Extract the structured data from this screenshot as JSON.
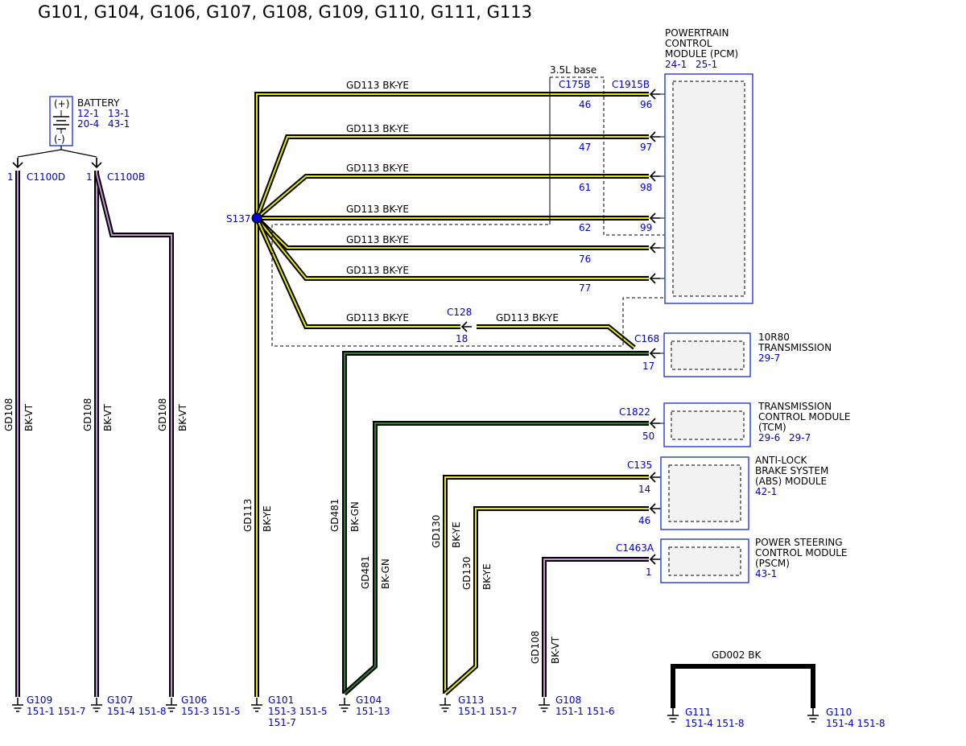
{
  "title": "G101, G104, G106, G107, G108, G109, G110, G111, G113",
  "colors": {
    "wire_black": "#000000",
    "stripe_yellow": "#e8e800",
    "stripe_violet": "#c890d8",
    "stripe_green": "#2e7d2e",
    "link_blue": "#0000cc",
    "module_fill": "#f2f2f2",
    "module_border": "#3344dd"
  },
  "battery": {
    "label": "BATTERY",
    "plus": "(+)",
    "minus": "(-)",
    "ref1": "12-1",
    "ref2": "13-1",
    "ref3": "20-4",
    "ref4": "43-1"
  },
  "connectors": {
    "c1100d": {
      "name": "C1100D",
      "pin": "1"
    },
    "c1100b": {
      "name": "C1100B",
      "pin": "1"
    },
    "c175b": "C175B",
    "c1915b": "C1915B",
    "c128": {
      "name": "C128",
      "pin": "18"
    },
    "c168": {
      "name": "C168",
      "pin": "17"
    },
    "c1822": {
      "name": "C1822",
      "pin": "50"
    },
    "c135": {
      "name": "C135",
      "pin1": "14",
      "pin2": "46"
    },
    "c1463a": {
      "name": "C1463A",
      "pin": "1"
    }
  },
  "splice": "S137",
  "base_label": "3.5L base",
  "pcm_wires": [
    {
      "label": "GD113  BK-YE",
      "c175b_pin": "46",
      "pcm_pin": "96"
    },
    {
      "label": "GD113  BK-YE",
      "c175b_pin": "47",
      "pcm_pin": "97"
    },
    {
      "label": "GD113  BK-YE",
      "c175b_pin": "61",
      "pcm_pin": "98"
    },
    {
      "label": "GD113  BK-YE",
      "c175b_pin": "62",
      "pcm_pin": "99"
    },
    {
      "label": "GD113  BK-YE",
      "c175b_pin": "",
      "pcm_pin": "76"
    },
    {
      "label": "GD113  BK-YE",
      "c175b_pin": "",
      "pcm_pin": "77"
    }
  ],
  "c128_wire_left": "GD113  BK-YE",
  "c128_wire_right": "GD113  BK-YE",
  "modules": {
    "pcm": {
      "line1": "POWERTRAIN",
      "line2": "CONTROL",
      "line3": "MODULE (PCM)",
      "ref1": "24-1",
      "ref2": "25-1"
    },
    "trans": {
      "line1": "10R80",
      "line2": "TRANSMISSION",
      "ref1": "29-7"
    },
    "tcm": {
      "line1": "TRANSMISSION",
      "line2": "CONTROL MODULE",
      "line3": "(TCM)",
      "ref1": "29-6",
      "ref2": "29-7"
    },
    "abs": {
      "line1": "ANTI-LOCK",
      "line2": "BRAKE SYSTEM",
      "line3": "(ABS) MODULE",
      "ref1": "42-1"
    },
    "pscm": {
      "line1": "POWER STEERING",
      "line2": "CONTROL MODULE",
      "line3": "(PSCM)",
      "ref1": "43-1"
    }
  },
  "vertical_wire_labels": {
    "w1_circuit": "GD108",
    "w1_color": "BK-VT",
    "w2_circuit": "GD108",
    "w2_color": "BK-VT",
    "w3_circuit": "GD108",
    "w3_color": "BK-VT",
    "w4_circuit": "GD113",
    "w4_color": "BK-YE",
    "w5_circuit": "GD481",
    "w5_color": "BK-GN",
    "w6_circuit": "GD481",
    "w6_color": "BK-GN",
    "w7_circuit": "GD130",
    "w7_color": "BK-YE",
    "w8_circuit": "GD130",
    "w8_color": "BK-YE",
    "w9_circuit": "GD108",
    "w9_color": "BK-VT"
  },
  "grounds": {
    "g109": {
      "name": "G109",
      "ref": "151-1 151-7"
    },
    "g107": {
      "name": "G107",
      "ref": "151-4 151-8"
    },
    "g106": {
      "name": "G106",
      "ref": "151-3 151-5"
    },
    "g101": {
      "name": "G101",
      "ref": "151-3 151-5",
      "ref2": "151-7"
    },
    "g104": {
      "name": "G104",
      "ref": "151-13"
    },
    "g113": {
      "name": "G113",
      "ref": "151-1 151-7"
    },
    "g108": {
      "name": "G108",
      "ref": "151-1 151-6"
    },
    "g111": {
      "name": "G111",
      "ref": "151-4 151-8"
    },
    "g110": {
      "name": "G110",
      "ref": "151-4 151-8"
    }
  },
  "gd002_label": "GD002  BK"
}
